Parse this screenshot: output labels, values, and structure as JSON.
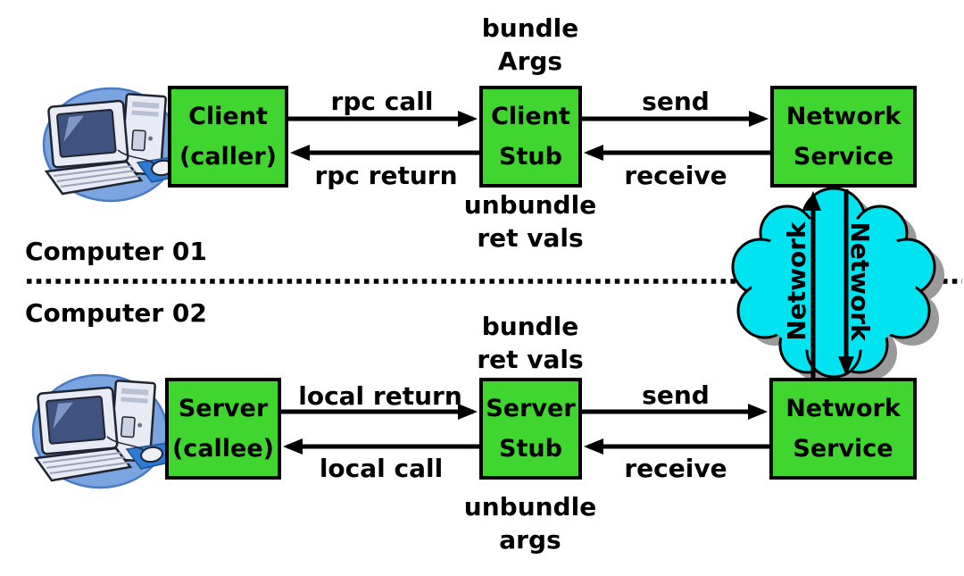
{
  "diagram": {
    "computers": {
      "computer1_label": "Computer 01",
      "computer2_label": "Computer 02"
    },
    "boxes": {
      "client": {
        "line1": "Client",
        "line2": "(caller)"
      },
      "client_stub": {
        "line1": "Client",
        "line2": "Stub"
      },
      "network_service_top": {
        "line1": "Network",
        "line2": "Service"
      },
      "server": {
        "line1": "Server",
        "line2": "(callee)"
      },
      "server_stub": {
        "line1": "Server",
        "line2": "Stub"
      },
      "network_service_bottom": {
        "line1": "Network",
        "line2": "Service"
      }
    },
    "labels": {
      "bundle_args": {
        "line1": "bundle",
        "line2": "Args"
      },
      "unbundle_ret_vals": {
        "line1": "unbundle",
        "line2": "ret vals"
      },
      "rpc_call": "rpc call",
      "rpc_return": "rpc return",
      "send_top": "send",
      "receive_top": "receive",
      "bundle_ret_vals": {
        "line1": "bundle",
        "line2": "ret vals"
      },
      "unbundle_args": {
        "line1": "unbundle",
        "line2": "args"
      },
      "local_return": "local return",
      "local_call": "local call",
      "send_bottom": "send",
      "receive_bottom": "receive",
      "network_up": "Network",
      "network_down": "Network"
    },
    "colors": {
      "box_green": "#41d52f",
      "cloud_cyan": "#00e4f2",
      "cloud_shadow": "#9a9a9a",
      "line_black": "#000000"
    }
  }
}
